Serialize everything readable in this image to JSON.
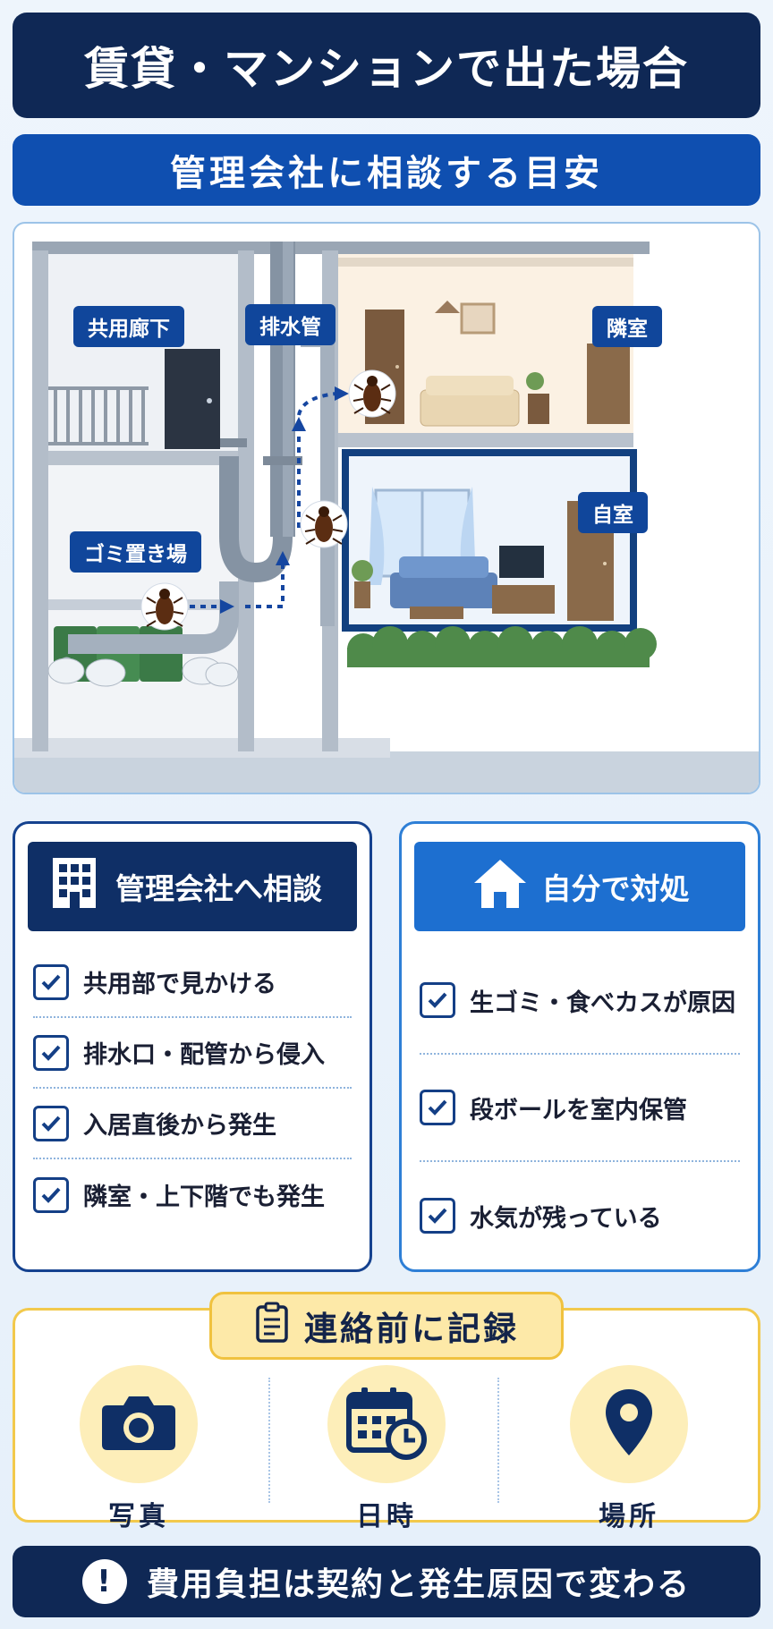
{
  "header": {
    "title": "賃貸・マンションで出た場合"
  },
  "subheader": {
    "title": "管理会社に相談する目安"
  },
  "scene": {
    "labels": {
      "shared_corridor": "共用廊下",
      "drain_pipe": "排水管",
      "neighbor_room": "隣室",
      "garbage_area": "ゴミ置き場",
      "own_room": "自室"
    }
  },
  "management": {
    "heading": "管理会社へ相談",
    "icon": "building-icon",
    "items": [
      "共用部で見かける",
      "排水口・配管から侵入",
      "入居直後から発生",
      "隣室・上下階でも発生"
    ]
  },
  "self_care": {
    "heading": "自分で対処",
    "icon": "house-icon",
    "items": [
      "生ゴミ・食べカスが原因",
      "段ボールを室内保管",
      "水気が残っている"
    ]
  },
  "record": {
    "heading": "連絡前に記録",
    "items": [
      {
        "label": "写真",
        "icon": "camera-icon"
      },
      {
        "label": "日時",
        "icon": "calendar-clock-icon"
      },
      {
        "label": "場所",
        "icon": "location-pin-icon"
      }
    ]
  },
  "footer": {
    "text": "費用負担は契約と発生原因で変わる",
    "icon": "exclamation-icon"
  },
  "colors": {
    "navy": "#0f2855",
    "blue": "#0f4fb0",
    "accent_yellow": "#f2c94c"
  }
}
